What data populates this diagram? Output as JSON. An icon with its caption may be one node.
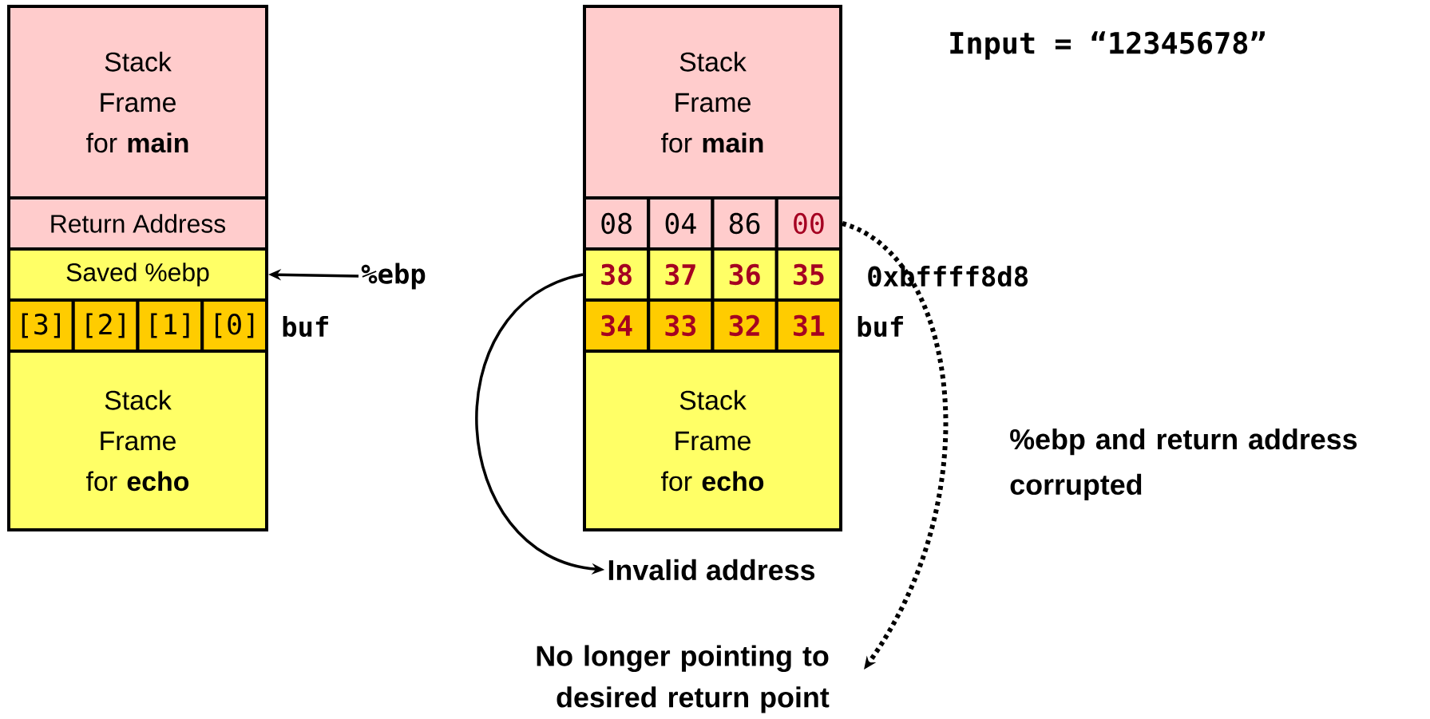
{
  "diagram": {
    "nodes": [
      {
        "text": [
          "Stack Frame for **main**"
        ]
      },
      {
        "text": [
          "Return Address"
        ]
      },
      {
        "text": [
          "Saved %ebp"
        ]
      },
      {
        "text": [
          "[3]"
        ]
      },
      {
        "text": [
          "[2]"
        ]
      },
      {
        "text": [
          "[1]"
        ]
      },
      {
        "text": [
          "[0]"
        ]
      },
      {
        "text": [
          "Stack Frame for **echo**"
        ]
      },
      {
        "text": [
          "%ebp"
        ]
      },
      {
        "text": [
          "Stack Frame for **main**"
        ]
      },
      {
        "text": [
          "08"
        ]
      },
      {
        "text": [
          "04"
        ]
      },
      {
        "text": [
          "86"
        ]
      },
      {
        "text": [
          "00"
        ]
      },
      {
        "text": [
          "38"
        ]
      },
      {
        "text": [
          "37"
        ]
      },
      {
        "text": [
          "36"
        ]
      },
      {
        "text": [
          "35"
        ]
      },
      {
        "text": [
          "34"
        ]
      },
      {
        "text": [
          "33"
        ]
      },
      {
        "text": [
          "32"
        ]
      },
      {
        "text": [
          "31"
        ]
      },
      {
        "text": [
          "Stack Frame for **echo**"
        ]
      },
      {
        "text": [
          "Invalid address"
        ]
      },
      {
        "text": [
          "No longer pointing to desired return point"
        ]
      }
    ],
    "edges": [
      {
        "from": 8,
        "to": 2,
        "arrow": "to"
      },
      {
        "from": 14,
        "to": 23,
        "arrow": "to"
      },
      {
        "from": 13,
        "to": 24,
        "arrow": "to",
        "style": "dashed"
      }
    ],
    "labels": [
      "Input = “12345678”",
      "buf",
      "0xbffff8d8",
      "buf",
      "%ebp  and return address corrupted"
    ]
  }
}
